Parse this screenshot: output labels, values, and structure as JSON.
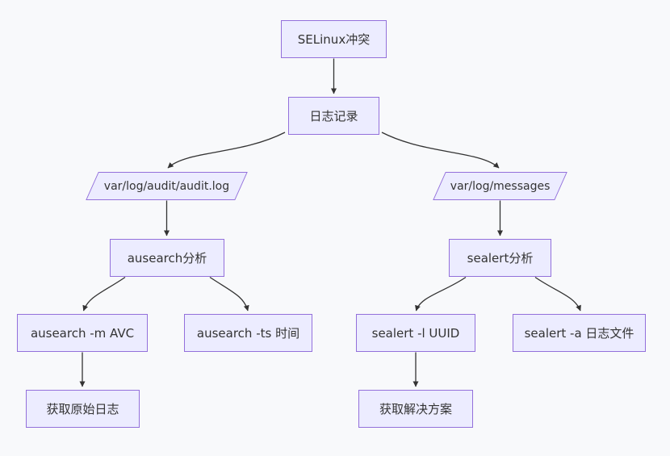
{
  "diagram": {
    "type": "flowchart",
    "direction": "top-down",
    "colors": {
      "background": "#f8f9fb",
      "node_fill": "#ececff",
      "node_border": "#9370db",
      "edge": "#333333",
      "text": "#333333"
    },
    "nodes": {
      "selinux_conflict": "SELinux冲突",
      "log_record": "日志记录",
      "audit_log_path": "var/log/audit/audit.log",
      "messages_path": "var/log/messages",
      "ausearch_analysis": "ausearch分析",
      "sealert_analysis": "sealert分析",
      "ausearch_m_avc": "ausearch -m AVC",
      "ausearch_ts_time": "ausearch -ts 时间",
      "sealert_l_uuid": "sealert -l UUID",
      "sealert_a_logfile": "sealert -a 日志文件",
      "get_raw_log": "获取原始日志",
      "get_solution": "获取解决方案"
    },
    "edges": [
      {
        "from": "selinux_conflict",
        "to": "log_record"
      },
      {
        "from": "log_record",
        "to": "audit_log_path"
      },
      {
        "from": "log_record",
        "to": "messages_path"
      },
      {
        "from": "audit_log_path",
        "to": "ausearch_analysis"
      },
      {
        "from": "messages_path",
        "to": "sealert_analysis"
      },
      {
        "from": "ausearch_analysis",
        "to": "ausearch_m_avc"
      },
      {
        "from": "ausearch_analysis",
        "to": "ausearch_ts_time"
      },
      {
        "from": "sealert_analysis",
        "to": "sealert_l_uuid"
      },
      {
        "from": "sealert_analysis",
        "to": "sealert_a_logfile"
      },
      {
        "from": "ausearch_m_avc",
        "to": "get_raw_log"
      },
      {
        "from": "sealert_l_uuid",
        "to": "get_solution"
      }
    ]
  }
}
